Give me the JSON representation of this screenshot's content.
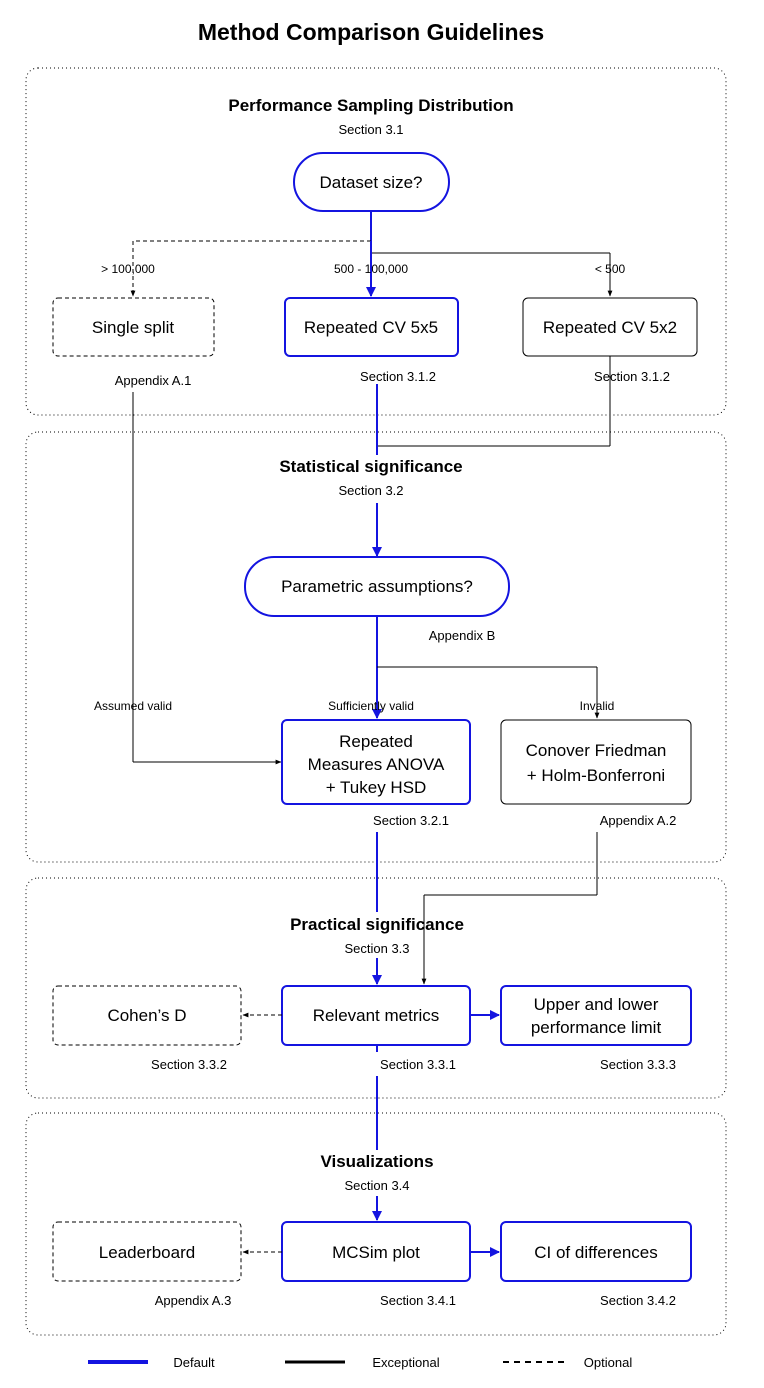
{
  "title": "Method Comparison Guidelines",
  "colors": {
    "default": "#1414e0",
    "exceptional": "#000000",
    "optional": "#000000"
  },
  "sections": {
    "sampling": {
      "title": "Performance Sampling Distribution",
      "ref": "Section 3.1"
    },
    "statistical": {
      "title": "Statistical significance",
      "ref": "Section 3.2"
    },
    "practical": {
      "title": "Practical significance",
      "ref": "Section 3.3"
    },
    "visualizations": {
      "title": "Visualizations",
      "ref": "Section 3.4"
    }
  },
  "nodes": {
    "dataset_size": {
      "label": "Dataset size?"
    },
    "single_split": {
      "label": "Single split",
      "ref": "Appendix A.1"
    },
    "repeated_cv_5x5": {
      "label": "Repeated CV 5x5",
      "ref": "Section 3.1.2"
    },
    "repeated_cv_5x2": {
      "label": "Repeated CV 5x2",
      "ref": "Section 3.1.2"
    },
    "parametric": {
      "label": "Parametric assumptions?",
      "ref": "Appendix B"
    },
    "anova": {
      "line1": "Repeated",
      "line2": "Measures ANOVA",
      "line3": "+ Tukey HSD",
      "ref": "Section 3.2.1"
    },
    "conover": {
      "line1": "Conover Friedman",
      "line2": "+ Holm-Bonferroni",
      "ref": "Appendix A.2"
    },
    "cohens_d": {
      "label": "Cohen’s D",
      "ref": "Section 3.3.2"
    },
    "relevant_metrics": {
      "label": "Relevant metrics",
      "ref": "Section 3.3.1"
    },
    "perf_limit": {
      "line1": "Upper and lower",
      "line2": "performance limit",
      "ref": "Section 3.3.3"
    },
    "leaderboard": {
      "label": "Leaderboard",
      "ref": "Appendix A.3"
    },
    "mcsim": {
      "label": "MCSim plot",
      "ref": "Section 3.4.1"
    },
    "ci_diff": {
      "label": "CI of differences",
      "ref": "Section 3.4.2"
    }
  },
  "edge_labels": {
    "gt_100000": "> 100,000",
    "range_500_100000": "500 - 100,000",
    "lt_500": "< 500",
    "assumed_valid": "Assumed valid",
    "sufficiently_valid": "Sufficiently valid",
    "invalid": "Invalid"
  },
  "legend": {
    "default": "Default",
    "exceptional": "Exceptional",
    "optional": "Optional"
  }
}
